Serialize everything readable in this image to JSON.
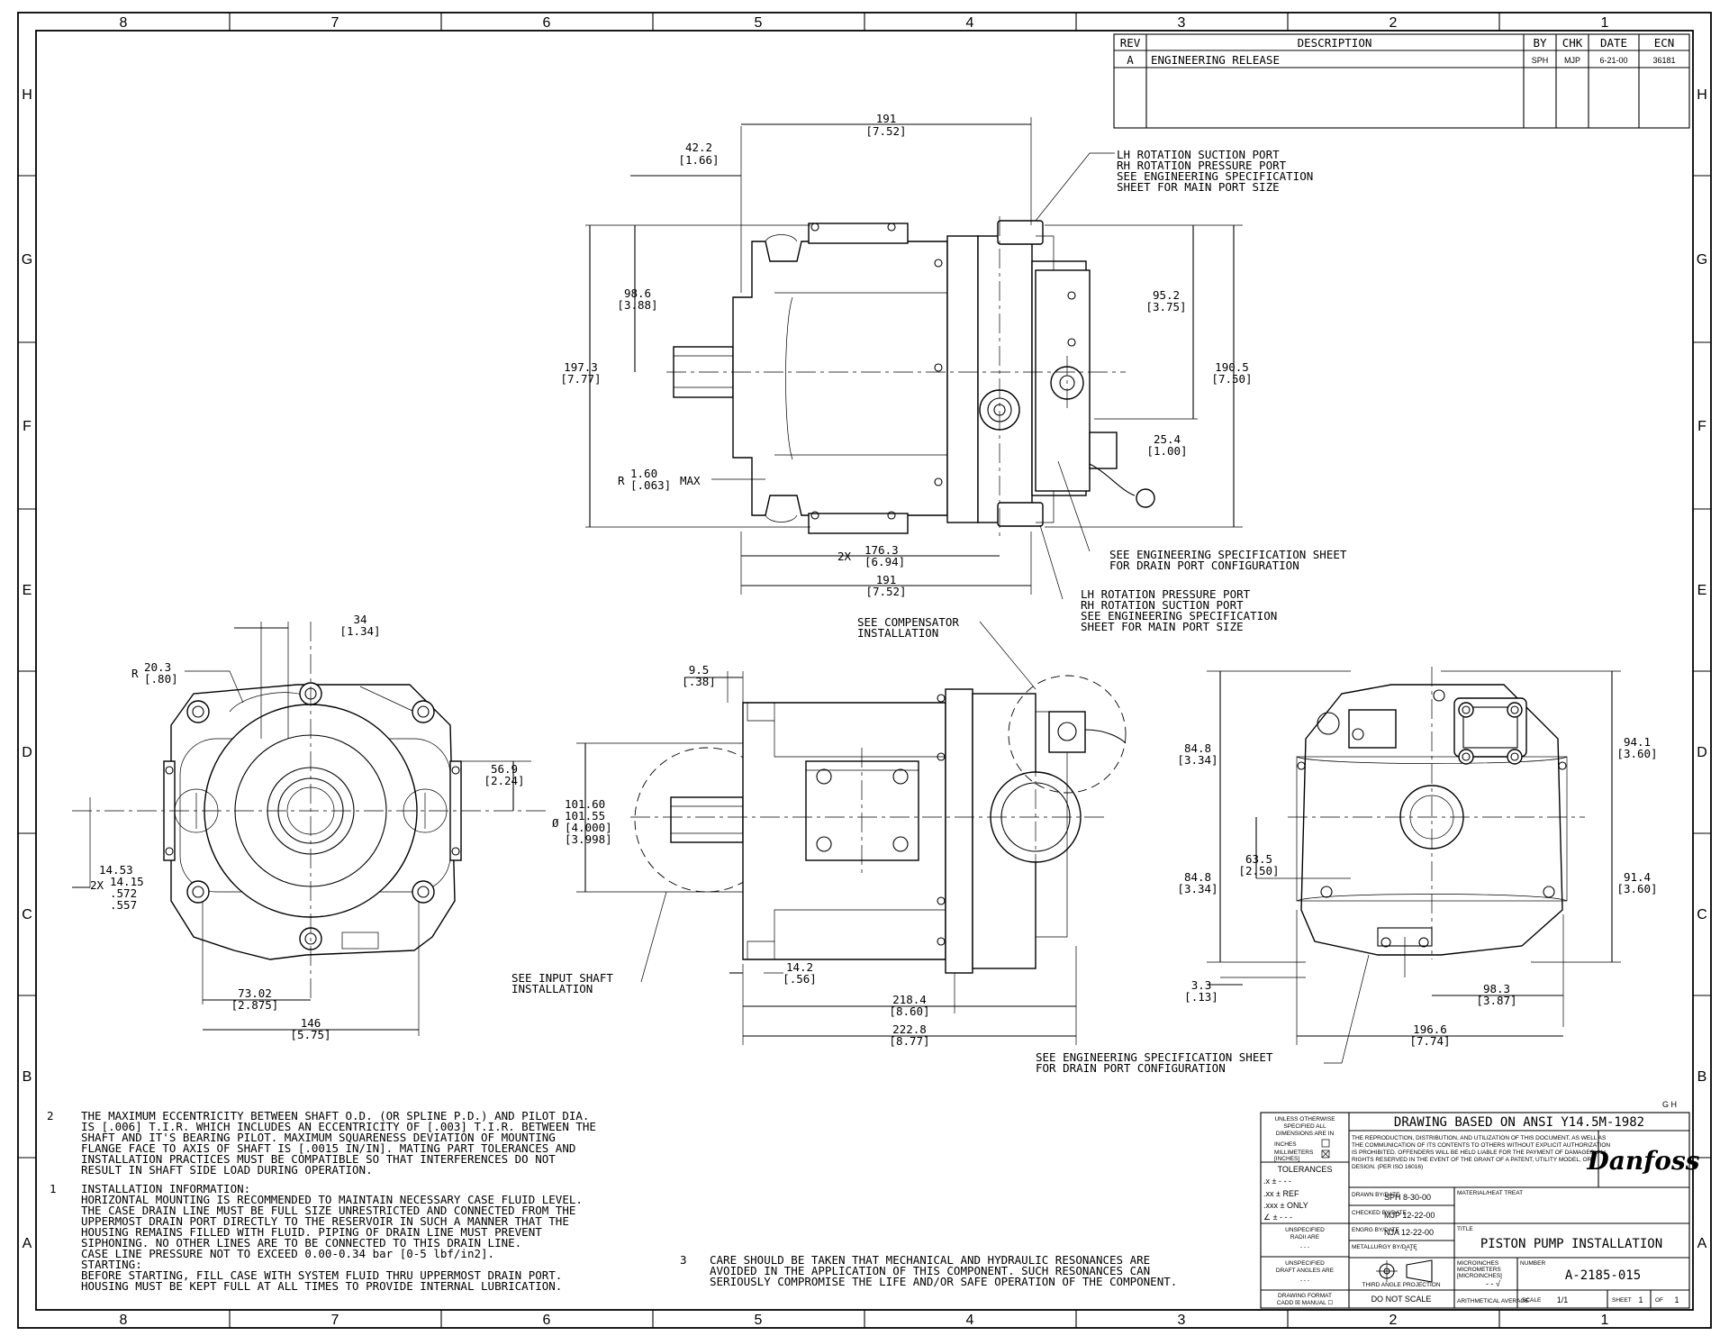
{
  "zones": {
    "columns": [
      "8",
      "7",
      "6",
      "5",
      "4",
      "3",
      "2",
      "1"
    ],
    "rows": [
      "H",
      "G",
      "F",
      "E",
      "D",
      "C",
      "B",
      "A"
    ]
  },
  "revision_block": {
    "headers": {
      "rev": "REV",
      "description": "DESCRIPTION",
      "by": "BY",
      "chk": "CHK",
      "date": "DATE",
      "ecn": "ECN"
    },
    "rows": [
      {
        "rev": "A",
        "description": "ENGINEERING RELEASE",
        "by": "SPH",
        "chk": "MJP",
        "date": "6-21-00",
        "ecn": "36181"
      }
    ]
  },
  "top_view": {
    "dim_191_top": {
      "mm": "191",
      "in": "[7.52]"
    },
    "dim_42": {
      "mm": "42.2",
      "in": "[1.66]"
    },
    "dim_98": {
      "mm": "98.6",
      "in": "[3.88]"
    },
    "dim_197": {
      "mm": "197.3",
      "in": "[7.77]"
    },
    "dim_95": {
      "mm": "95.2",
      "in": "[3.75]"
    },
    "dim_190": {
      "mm": "190.5",
      "in": "[7.50]"
    },
    "dim_25": {
      "mm": "25.4",
      "in": "[1.00]"
    },
    "radius": {
      "prefix": "R",
      "mm": "1.60",
      "in": "[.063]",
      "suffix": "MAX"
    },
    "dim_176": {
      "prefix": "2X",
      "mm": "176.3",
      "in": "[6.94]"
    },
    "dim_191_bot": {
      "mm": "191",
      "in": "[7.52]"
    },
    "note_suction": [
      "LH ROTATION SUCTION PORT",
      "RH ROTATION PRESSURE PORT",
      "SEE ENGINEERING SPECIFICATION",
      "SHEET FOR MAIN PORT SIZE"
    ],
    "note_drain": [
      "SEE ENGINEERING SPECIFICATION SHEET",
      "FOR DRAIN PORT CONFIGURATION"
    ],
    "note_pressure": [
      "LH ROTATION PRESSURE PORT",
      "RH ROTATION SUCTION PORT",
      "SEE ENGINEERING SPECIFICATION",
      "SHEET FOR MAIN PORT SIZE"
    ]
  },
  "front_view": {
    "dim_34": {
      "mm": "34",
      "in": "[1.34]"
    },
    "radius": {
      "prefix": "R",
      "mm": "20.3",
      "in": "[.80]"
    },
    "dim_56": {
      "mm": "56.9",
      "in": "[2.24]"
    },
    "dim_14": {
      "prefix": "2X",
      "mm1": "14.53",
      "mm2": "14.15",
      "in1": ".572",
      "in2": ".557"
    },
    "dim_73": {
      "mm": "73.02",
      "in": "[2.875]"
    },
    "dim_146": {
      "mm": "146",
      "in": "[5.75]"
    }
  },
  "side_view": {
    "dim_9": {
      "mm": "9.5",
      "in": "[.38]"
    },
    "dim_101": {
      "prefix": "Ø",
      "mm1": "101.60",
      "mm2": "101.55",
      "in1": "[4.000]",
      "in2": "[3.998]"
    },
    "dim_14": {
      "mm": "14.2",
      "in": "[.56]"
    },
    "dim_218": {
      "mm": "218.4",
      "in": "[8.60]"
    },
    "dim_222": {
      "mm": "222.8",
      "in": "[8.77]"
    },
    "note_comp": [
      "SEE COMPENSATOR",
      "INSTALLATION"
    ],
    "note_shaft": [
      "SEE INPUT SHAFT",
      "INSTALLATION"
    ]
  },
  "rear_view": {
    "dim_84_top": {
      "mm": "84.8",
      "in": "[3.34]"
    },
    "dim_94": {
      "mm": "94.1",
      "in": "[3.60]"
    },
    "dim_63": {
      "mm": "63.5",
      "in": "[2.50]"
    },
    "dim_84_bot": {
      "mm": "84.8",
      "in": "[3.34]"
    },
    "dim_91": {
      "mm": "91.4",
      "in": "[3.60]"
    },
    "dim_3": {
      "mm": "3.3",
      "in": "[.13]"
    },
    "dim_98": {
      "mm": "98.3",
      "in": "[3.87]"
    },
    "dim_196": {
      "mm": "196.6",
      "in": "[7.74]"
    },
    "note_drain": [
      "SEE ENGINEERING SPECIFICATION SHEET",
      "FOR DRAIN PORT CONFIGURATION"
    ]
  },
  "notes": {
    "n2_num": "2",
    "n2": [
      "THE MAXIMUM ECCENTRICITY BETWEEN SHAFT O.D. (OR SPLINE P.D.) AND PILOT DIA.",
      "IS [.006] T.I.R. WHICH INCLUDES AN ECCENTRICITY OF [.003] T.I.R. BETWEEN THE",
      "SHAFT AND IT'S BEARING PILOT.  MAXIMUM SQUARENESS DEVIATION OF MOUNTING",
      "FLANGE FACE TO AXIS OF SHAFT IS [.0015 IN/IN].  MATING PART TOLERANCES AND",
      "INSTALLATION PRACTICES MUST BE COMPATIBLE SO THAT INTERFERENCES DO NOT",
      "RESULT IN SHAFT SIDE LOAD DURING OPERATION."
    ],
    "n1_num": "1",
    "n1": [
      "INSTALLATION INFORMATION:",
      "HORIZONTAL MOUNTING IS RECOMMENDED TO MAINTAIN NECESSARY CASE FLUID LEVEL.",
      "THE CASE DRAIN LINE MUST BE FULL SIZE UNRESTRICTED AND CONNECTED FROM THE",
      "UPPERMOST DRAIN PORT DIRECTLY TO THE RESERVOIR IN SUCH A MANNER THAT THE",
      "HOUSING REMAINS FILLED WITH FLUID.  PIPING OF DRAIN LINE MUST PREVENT",
      "SIPHONING.  NO OTHER LINES ARE TO BE CONNECTED TO THIS DRAIN LINE.",
      "CASE LINE PRESSURE NOT TO EXCEED 0.00-0.34 bar [0-5 lbf/in2].",
      "STARTING:",
      "BEFORE STARTING, FILL CASE WITH SYSTEM FLUID THRU UPPERMOST DRAIN PORT.",
      "HOUSING MUST BE KEPT FULL AT ALL TIMES TO PROVIDE INTERNAL LUBRICATION."
    ],
    "n3_num": "3",
    "n3": [
      "CARE SHOULD BE TAKEN THAT MECHANICAL AND HYDRAULIC RESONANCES ARE",
      "AVOIDED IN THE APPLICATION OF THIS COMPONENT.  SUCH RESONANCES CAN",
      "SERIOUSLY COMPROMISE THE LIFE AND/OR SAFE OPERATION OF THE COMPONENT."
    ]
  },
  "title_block": {
    "gh": "G H",
    "unless": [
      "UNLESS OTHERWISE",
      "SPECIFIED ALL",
      "DIMENSIONS ARE IN"
    ],
    "inches": "INCHES",
    "millimeters": "MILLIMETERS",
    "mm_inches": "[INCHES]",
    "tolerances": "TOLERANCES",
    "tol_rows": [
      ".x  ± - - -",
      ".xx ± REF",
      ".xxx ± ONLY",
      "∠  ± - - -"
    ],
    "radii": [
      "UNSPECIFIED",
      "RADII ARE",
      "- - -"
    ],
    "draft": [
      "UNSPECIFIED",
      "DRAFT ANGLES ARE",
      "- - -"
    ],
    "drawing_format": [
      "DRAWING FORMAT",
      "CADD ☒  MANUAL ☐"
    ],
    "based_on": "DRAWING BASED ON ANSI Y14.5M-1982",
    "legal": [
      "THE REPRODUCTION, DISTRIBUTION, AND UTILIZATION OF THIS DOCUMENT, AS WELL AS",
      "THE COMMUNICATION OF ITS CONTENTS TO OTHERS WITHOUT EXPLICIT AUTHORIZATION",
      "IS PROHIBITED. OFFENDERS WILL BE HELD LIABLE FOR THE PAYMENT OF DAMAGES. ALL",
      "RIGHTS RESERVED IN THE EVENT OF THE GRANT OF A PATENT, UTILITY MODEL, OR",
      "DESIGN. (PER ISO 16016)"
    ],
    "logo": "Danfoss",
    "drawn": {
      "label": "DRAWN BY/DATE",
      "value": "SPH 8-30-00"
    },
    "checked": {
      "label": "CHECKED BY/DATE",
      "value": "MJP 12-22-00"
    },
    "engrg": {
      "label": "ENGRG BY/DATE",
      "value": "NJA 12-22-00"
    },
    "metallurgy": {
      "label": "METALLURGY BY/DATE",
      "value": "- - -"
    },
    "material": "MATERIAL/HEAT TREAT",
    "title_label": "TITLE",
    "title": "PISTON PUMP INSTALLATION",
    "projection": "THIRD ANGLE PROJECTION",
    "do_not_scale": "DO NOT SCALE",
    "micro": [
      "MICROINCHES",
      "MICROMETERS",
      "[MICROINCHES]"
    ],
    "arith": "ARITHMETICAL AVERAGE",
    "number_label": "NUMBER",
    "number": "A-2185-015",
    "scale_label": "SCALE",
    "scale": "1/1",
    "sheet_label": "SHEET",
    "sheet": "1",
    "of_label": "OF",
    "of": "1"
  }
}
